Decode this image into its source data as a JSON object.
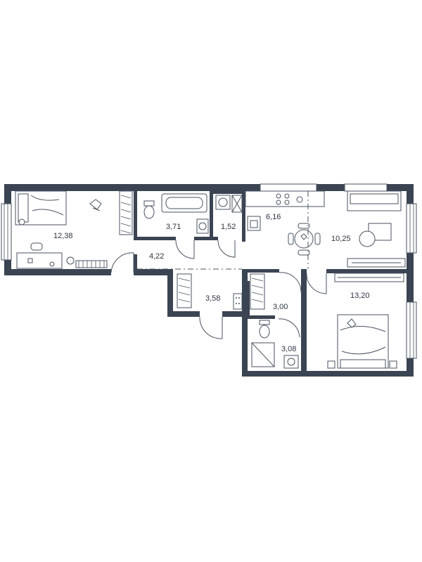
{
  "colors": {
    "wall": "#3b4452",
    "line": "#4a5260",
    "text": "#2e3440"
  },
  "rooms": [
    {
      "id": "bedroom-left",
      "area": "12,38"
    },
    {
      "id": "bathroom",
      "area": "3,71"
    },
    {
      "id": "laundry",
      "area": "1,52"
    },
    {
      "id": "kitchen",
      "area": "6,16"
    },
    {
      "id": "living",
      "area": "10,25"
    },
    {
      "id": "hall",
      "area": "4,22"
    },
    {
      "id": "entry",
      "area": "3,58"
    },
    {
      "id": "closet",
      "area": "3,00"
    },
    {
      "id": "shower-room",
      "area": "3,08"
    },
    {
      "id": "bedroom-right",
      "area": "13,20"
    }
  ]
}
